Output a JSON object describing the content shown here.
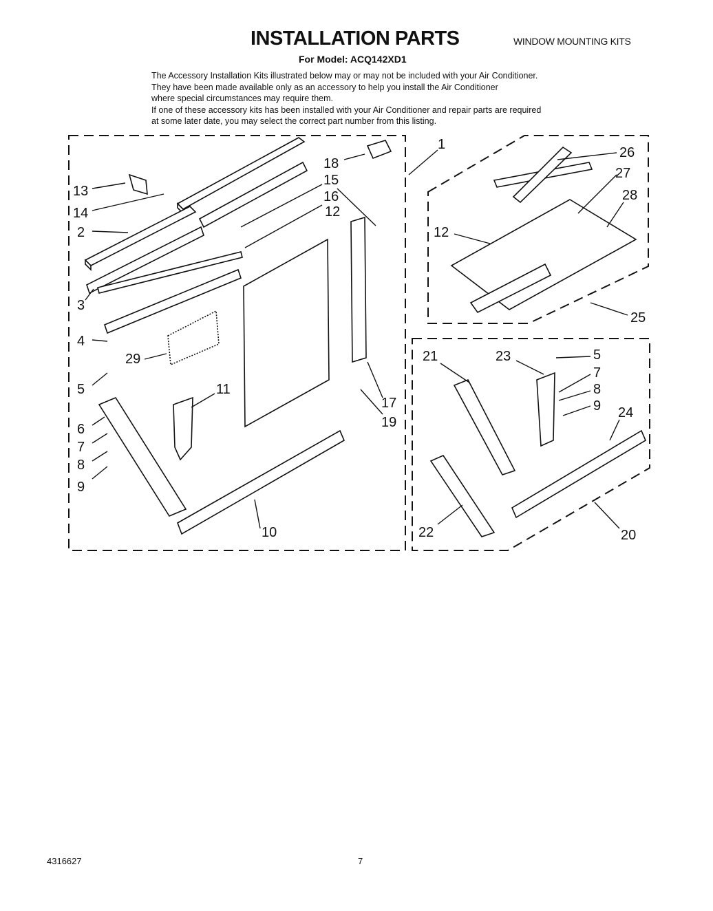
{
  "header": {
    "title": "INSTALLATION PARTS",
    "section": "WINDOW MOUNTING KITS",
    "model": "For Model: ACQ142XD1"
  },
  "intro": [
    "The Accessory Installation Kits illustrated below may or may not be included with your Air Conditioner.",
    "They have been made available only as an accessory to help you install the Air Conditioner",
    "where special circumstances may require them.",
    "If one of these accessory kits has been installed with your Air Conditioner and repair parts are required",
    "at some later date, you may select the correct part number from this listing."
  ],
  "footer": {
    "doc_number": "4316627",
    "page": "7"
  },
  "callouts": {
    "main_kit": [
      "13",
      "14",
      "2",
      "3",
      "4",
      "29",
      "5",
      "6",
      "7",
      "8",
      "9",
      "11",
      "10",
      "18",
      "15",
      "16",
      "12",
      "17",
      "19"
    ],
    "kit_1": "1",
    "kit_25": [
      "26",
      "27",
      "28",
      "12",
      "25"
    ],
    "kit_20": [
      "21",
      "23",
      "5",
      "7",
      "8",
      "9",
      "24",
      "22",
      "20"
    ]
  }
}
